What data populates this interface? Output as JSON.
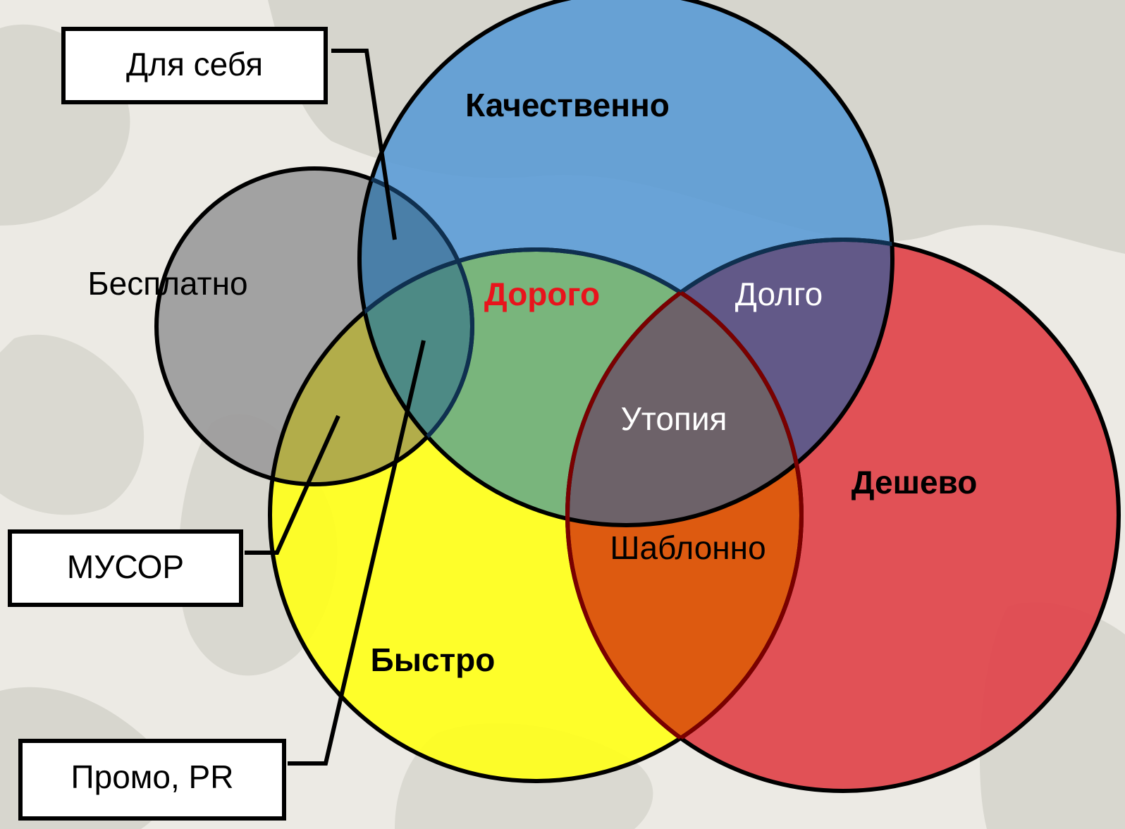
{
  "regions": {
    "quality": "Качественно",
    "free": "Бесплатно",
    "expensive": "Дорого",
    "long": "Долго",
    "utopia": "Утопия",
    "cheap": "Дешево",
    "template": "Шаблонно",
    "fast": "Быстро"
  },
  "callouts": {
    "for_self": "Для себя",
    "garbage": "МУСОР",
    "promo": "Промо, PR"
  },
  "colors": {
    "map_background": "#e9e8e2",
    "map_land": "#d5d4cc",
    "quality_circle": "#5b9bd5",
    "free_circle": "#9a9a9a",
    "fast_circle": "#ffff1a",
    "cheap_circle": "#e0454b",
    "expensive_label": "#e8141c"
  }
}
